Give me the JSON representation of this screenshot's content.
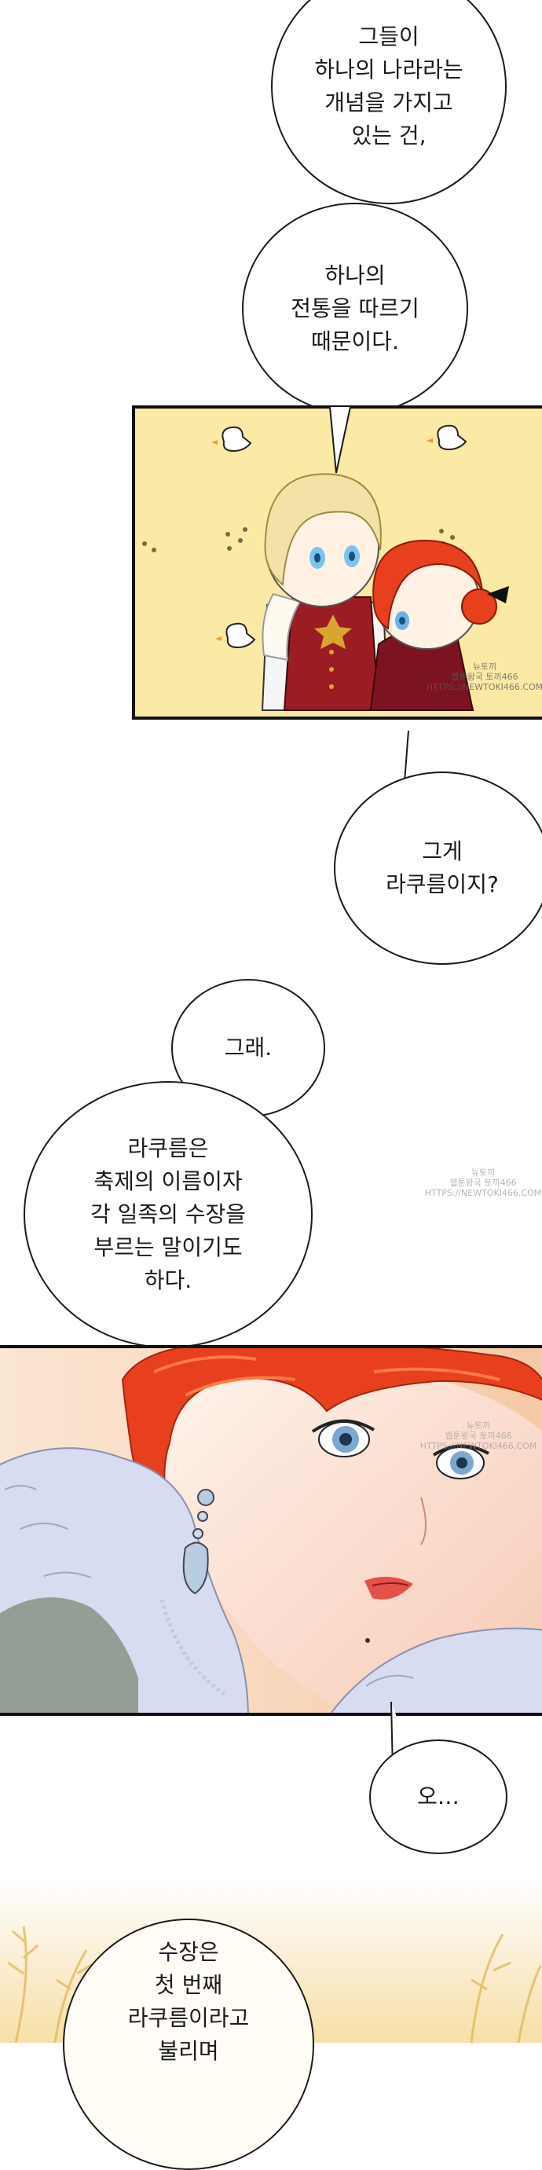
{
  "bubbles": {
    "b1": {
      "lines": [
        "그들이",
        "하나의 나라라는",
        "개념을 가지고",
        "있는 건,"
      ]
    },
    "b2": {
      "lines": [
        "하나의",
        "전통을 따르기",
        "때문이다."
      ]
    },
    "b3": {
      "lines": [
        "그게",
        "라쿠름이지?"
      ]
    },
    "b4": {
      "lines": [
        "그래."
      ]
    },
    "b5": {
      "lines": [
        "라쿠름은",
        "축제의 이름이자",
        "각 일족의 수장을",
        "부르는 말이기도",
        "하다."
      ]
    },
    "b6": {
      "lines": [
        "오…"
      ]
    },
    "b7": {
      "lines": [
        "수장은",
        "첫 번째",
        "라쿠름이라고",
        "불리며"
      ]
    }
  },
  "watermarks": {
    "w1": {
      "lines": [
        "뉴토끼",
        "웹툰왕국 토끼466",
        "HTTPS://NEWTOKI466.COM"
      ]
    },
    "w2": {
      "lines": [
        "뉴토끼",
        "웹툰왕국 토끼466",
        "HTTPS://NEWTOKI466.COM"
      ]
    },
    "w3": {
      "lines": [
        "뉴토끼",
        "웹툰왕국 토끼466",
        "HTTPS://NEWTOKI466.COM"
      ]
    }
  },
  "colors": {
    "panel_yellow": "#fbe9a6",
    "hair_red": "#e8401e",
    "hair_blonde": "#f3e2a8",
    "uniform_red": "#9c1c24",
    "fur_lavender": "#d7dcf0",
    "skin": "#fde9e0"
  }
}
